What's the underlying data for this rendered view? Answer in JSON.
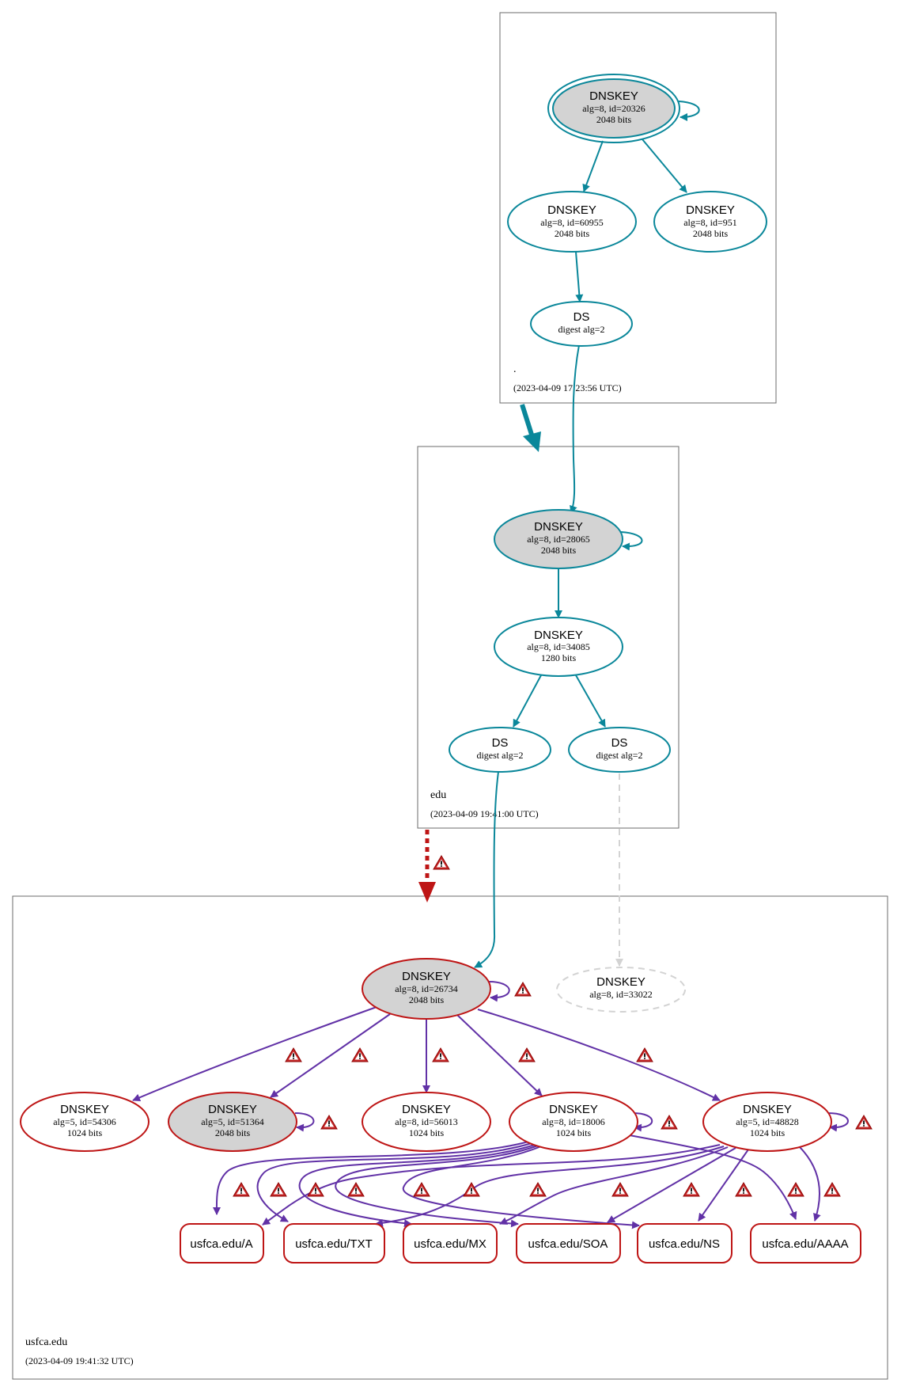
{
  "colors": {
    "secure": "#0a879a",
    "bogus": "#be1515",
    "sig": "#6131a6",
    "insecure_dashed": "#d3d3d3",
    "sep_fill": "#d3d3d3",
    "zone_border": "#6b6b6b"
  },
  "zones": {
    "root": {
      "name": ".",
      "timestamp": "(2023-04-09 17:23:56 UTC)"
    },
    "edu": {
      "name": "edu",
      "timestamp": "(2023-04-09 19:41:00 UTC)"
    },
    "usfca": {
      "name": "usfca.edu",
      "timestamp": "(2023-04-09 19:41:32 UTC)"
    }
  },
  "nodes": {
    "root_ksk": {
      "type": "DNSKEY",
      "line1": "alg=8, id=20326",
      "line2": "2048 bits"
    },
    "root_zsk1": {
      "type": "DNSKEY",
      "line1": "alg=8, id=60955",
      "line2": "2048 bits"
    },
    "root_zsk2": {
      "type": "DNSKEY",
      "line1": "alg=8, id=951",
      "line2": "2048 bits"
    },
    "root_ds": {
      "type": "DS",
      "line1": "digest alg=2"
    },
    "edu_ksk": {
      "type": "DNSKEY",
      "line1": "alg=8, id=28065",
      "line2": "2048 bits"
    },
    "edu_zsk": {
      "type": "DNSKEY",
      "line1": "alg=8, id=34085",
      "line2": "1280 bits"
    },
    "edu_ds1": {
      "type": "DS",
      "line1": "digest alg=2"
    },
    "edu_ds2": {
      "type": "DS",
      "line1": "digest alg=2"
    },
    "usf_ksk": {
      "type": "DNSKEY",
      "line1": "alg=8, id=26734",
      "line2": "2048 bits"
    },
    "usf_missing": {
      "type": "DNSKEY",
      "line1": "alg=8, id=33022"
    },
    "usf_k1": {
      "type": "DNSKEY",
      "line1": "alg=5, id=54306",
      "line2": "1024 bits"
    },
    "usf_k2": {
      "type": "DNSKEY",
      "line1": "alg=5, id=51364",
      "line2": "2048 bits"
    },
    "usf_k3": {
      "type": "DNSKEY",
      "line1": "alg=8, id=56013",
      "line2": "1024 bits"
    },
    "usf_k4": {
      "type": "DNSKEY",
      "line1": "alg=8, id=18006",
      "line2": "1024 bits"
    },
    "usf_k5": {
      "type": "DNSKEY",
      "line1": "alg=5, id=48828",
      "line2": "1024 bits"
    }
  },
  "rrsets": {
    "a": "usfca.edu/A",
    "txt": "usfca.edu/TXT",
    "mx": "usfca.edu/MX",
    "soa": "usfca.edu/SOA",
    "ns": "usfca.edu/NS",
    "aaaa": "usfca.edu/AAAA"
  },
  "icons": {
    "warning": "warning-triangle-icon"
  }
}
